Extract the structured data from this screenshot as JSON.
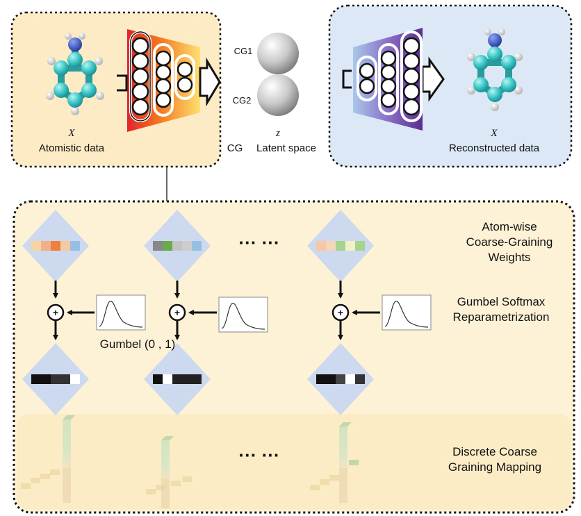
{
  "top": {
    "encoder": {
      "variable": "X",
      "label": "Atomistic data",
      "cg_label": "CG"
    },
    "latent": {
      "beads": [
        "CG1",
        "CG2"
      ],
      "variable": "z",
      "label": "Latent space"
    },
    "decoder": {
      "variable": "X",
      "label": "Reconstructed data"
    }
  },
  "bottom": {
    "row_weights": "Atom-wise\nCoarse-Graining\nWeights",
    "row_gumbel": "Gumbel Softmax\nReparametrization",
    "noise_label": "Gumbel (0 , 1)",
    "ellipsis_top": "··· ···",
    "ellipsis_bottom": "··· ···",
    "row_mapping": "Discrete Coarse\nGraining Mapping",
    "plus_symbol": "+"
  },
  "colors": {
    "encoder_panel": "#fcebc4",
    "decoder_panel": "#dce8f5",
    "bottom_panel": "#fdf1d6",
    "diamond": "#cdd9ee",
    "weights_1": [
      "#f7d3a3",
      "#f2b08a",
      "#ef7f3e",
      "#f5c9a4",
      "#97bfe3"
    ],
    "weights_2": [
      "#888888",
      "#6aaa4e",
      "#c4c4c4",
      "#cdcdcd",
      "#97bfe3"
    ],
    "weights_3": [
      "#f6c7a8",
      "#f4d7b8",
      "#a6d38d",
      "#f3f0c8",
      "#a6d38d"
    ],
    "onehot_1": [
      "#111111",
      "#111111",
      "#333333",
      "#333333",
      "#ffffff"
    ],
    "onehot_2": [
      "#111111",
      "#ffffff",
      "#222222",
      "#222222",
      "#222222"
    ],
    "onehot_3": [
      "#111111",
      "#111111",
      "#444444",
      "#ffffff",
      "#333333"
    ]
  }
}
